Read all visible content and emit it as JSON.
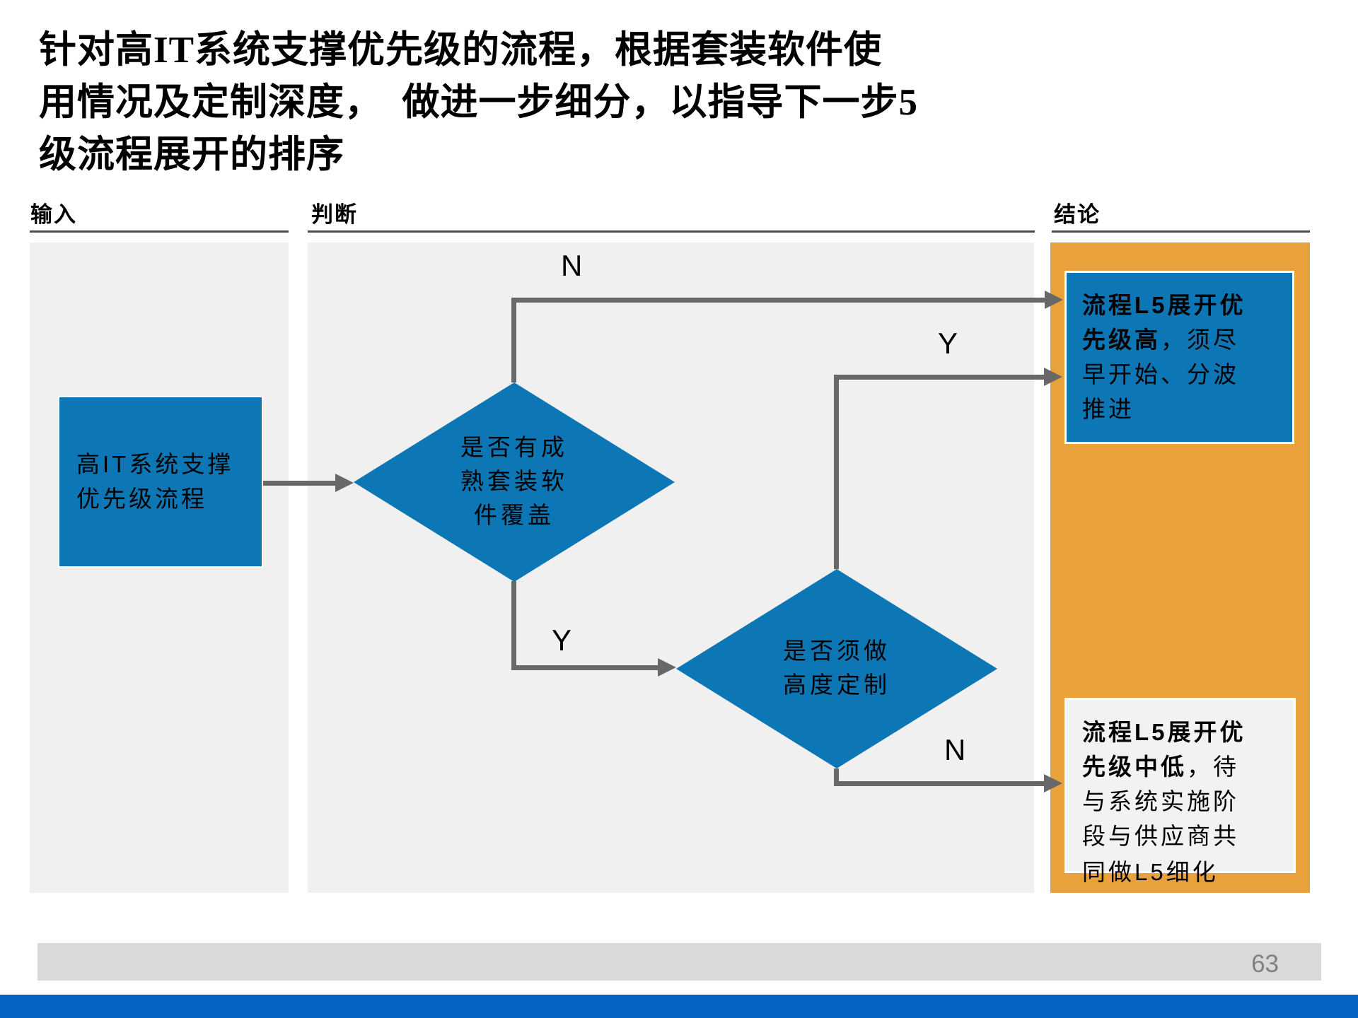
{
  "title": "针对高IT系统支撑优先级的流程，根据套装软件使\n用情况及定制深度，　做进一步细分，以指导下一步5\n级流程展开的排序",
  "columns": {
    "input": "输入",
    "judge": "判断",
    "conclusion": "结论"
  },
  "flow": {
    "input_box": {
      "segments": [
        {
          "t": "高"
        },
        {
          "t": "IT",
          "s": true
        },
        {
          "t": "系统支撑优先级流程"
        }
      ]
    },
    "diamond1": {
      "text": "是否有成熟套装软件覆盖"
    },
    "diamond2": {
      "text": "是否须做高度定制"
    },
    "labels": {
      "d1_no": "N",
      "d1_yes": "Y",
      "d2_yes": "Y",
      "d2_no": "N"
    },
    "result_high": {
      "segments": [
        {
          "t": "流程",
          "b": true
        },
        {
          "t": "L5",
          "b": true,
          "s": true
        },
        {
          "t": "展开优先级高",
          "b": true
        },
        {
          "t": "，须尽早开始、分波推进"
        }
      ]
    },
    "result_low": {
      "segments": [
        {
          "t": "流程",
          "b": true
        },
        {
          "t": "L5",
          "b": true,
          "s": true
        },
        {
          "t": "展开优先级中低",
          "b": true
        },
        {
          "t": "，待与系统实施阶段与供应商共同做"
        },
        {
          "t": "L5",
          "s": true
        },
        {
          "t": "细化"
        }
      ]
    }
  },
  "footer": {
    "page_number": "63"
  },
  "colors": {
    "shape_blue": "#0d76b4",
    "panel_gray": "#f0f0f0",
    "panel_orange": "#e9a23b",
    "result_low_bg": "#f2f2f2",
    "connector_gray": "#686868",
    "footer_gray": "#d9d9d9",
    "bottom_bar_blue": "#0563c1"
  }
}
